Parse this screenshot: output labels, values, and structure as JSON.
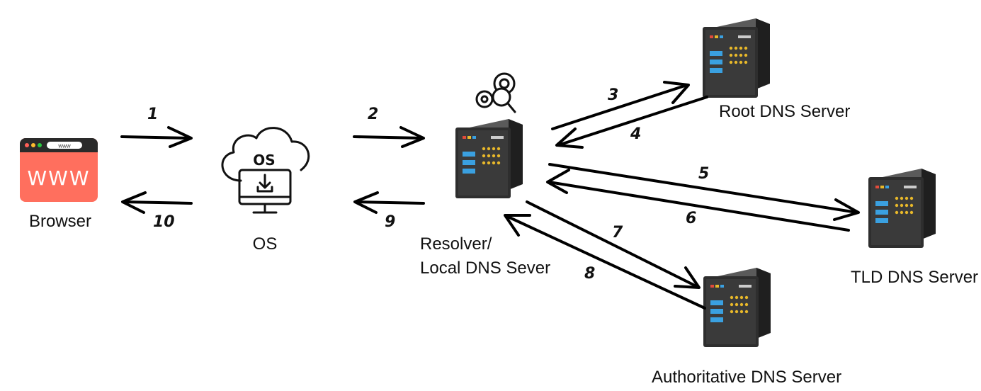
{
  "nodes": {
    "browser": {
      "label": "Browser",
      "icon": "browser-window-icon",
      "screen_text": "WWW",
      "bar_text": "www",
      "accent": "#ff6f5e"
    },
    "os": {
      "label": "OS",
      "icon": "os-cloud-monitor-icon",
      "cloud_text": "OS"
    },
    "resolver": {
      "label_line1": "Resolver/",
      "label_line2": "Local DNS Sever",
      "icon": "server-with-gears-icon"
    },
    "root": {
      "label": "Root DNS Server",
      "icon": "server-icon"
    },
    "tld": {
      "label": "TLD DNS Server",
      "icon": "server-icon"
    },
    "authoritative": {
      "label": "Authoritative DNS Server",
      "icon": "server-icon"
    }
  },
  "steps": [
    "1",
    "2",
    "3",
    "4",
    "5",
    "6",
    "7",
    "8",
    "9",
    "10"
  ],
  "colors": {
    "server_body": "#2b2b2b",
    "server_light": "#e8b82a",
    "server_blue": "#3aa0e0",
    "arrow": "#000000"
  }
}
